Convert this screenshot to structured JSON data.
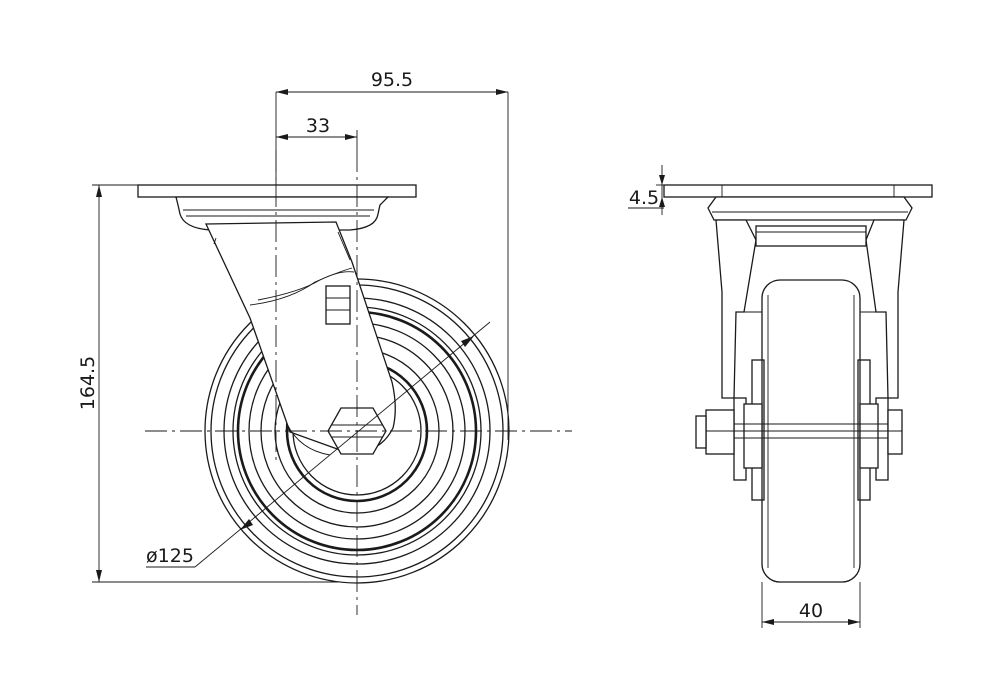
{
  "dimensions": {
    "width_total": "95.5",
    "offset": "33",
    "height_total": "164.5",
    "plate_thickness": "4.5",
    "wheel_diameter": "ø125",
    "wheel_width": "40"
  }
}
